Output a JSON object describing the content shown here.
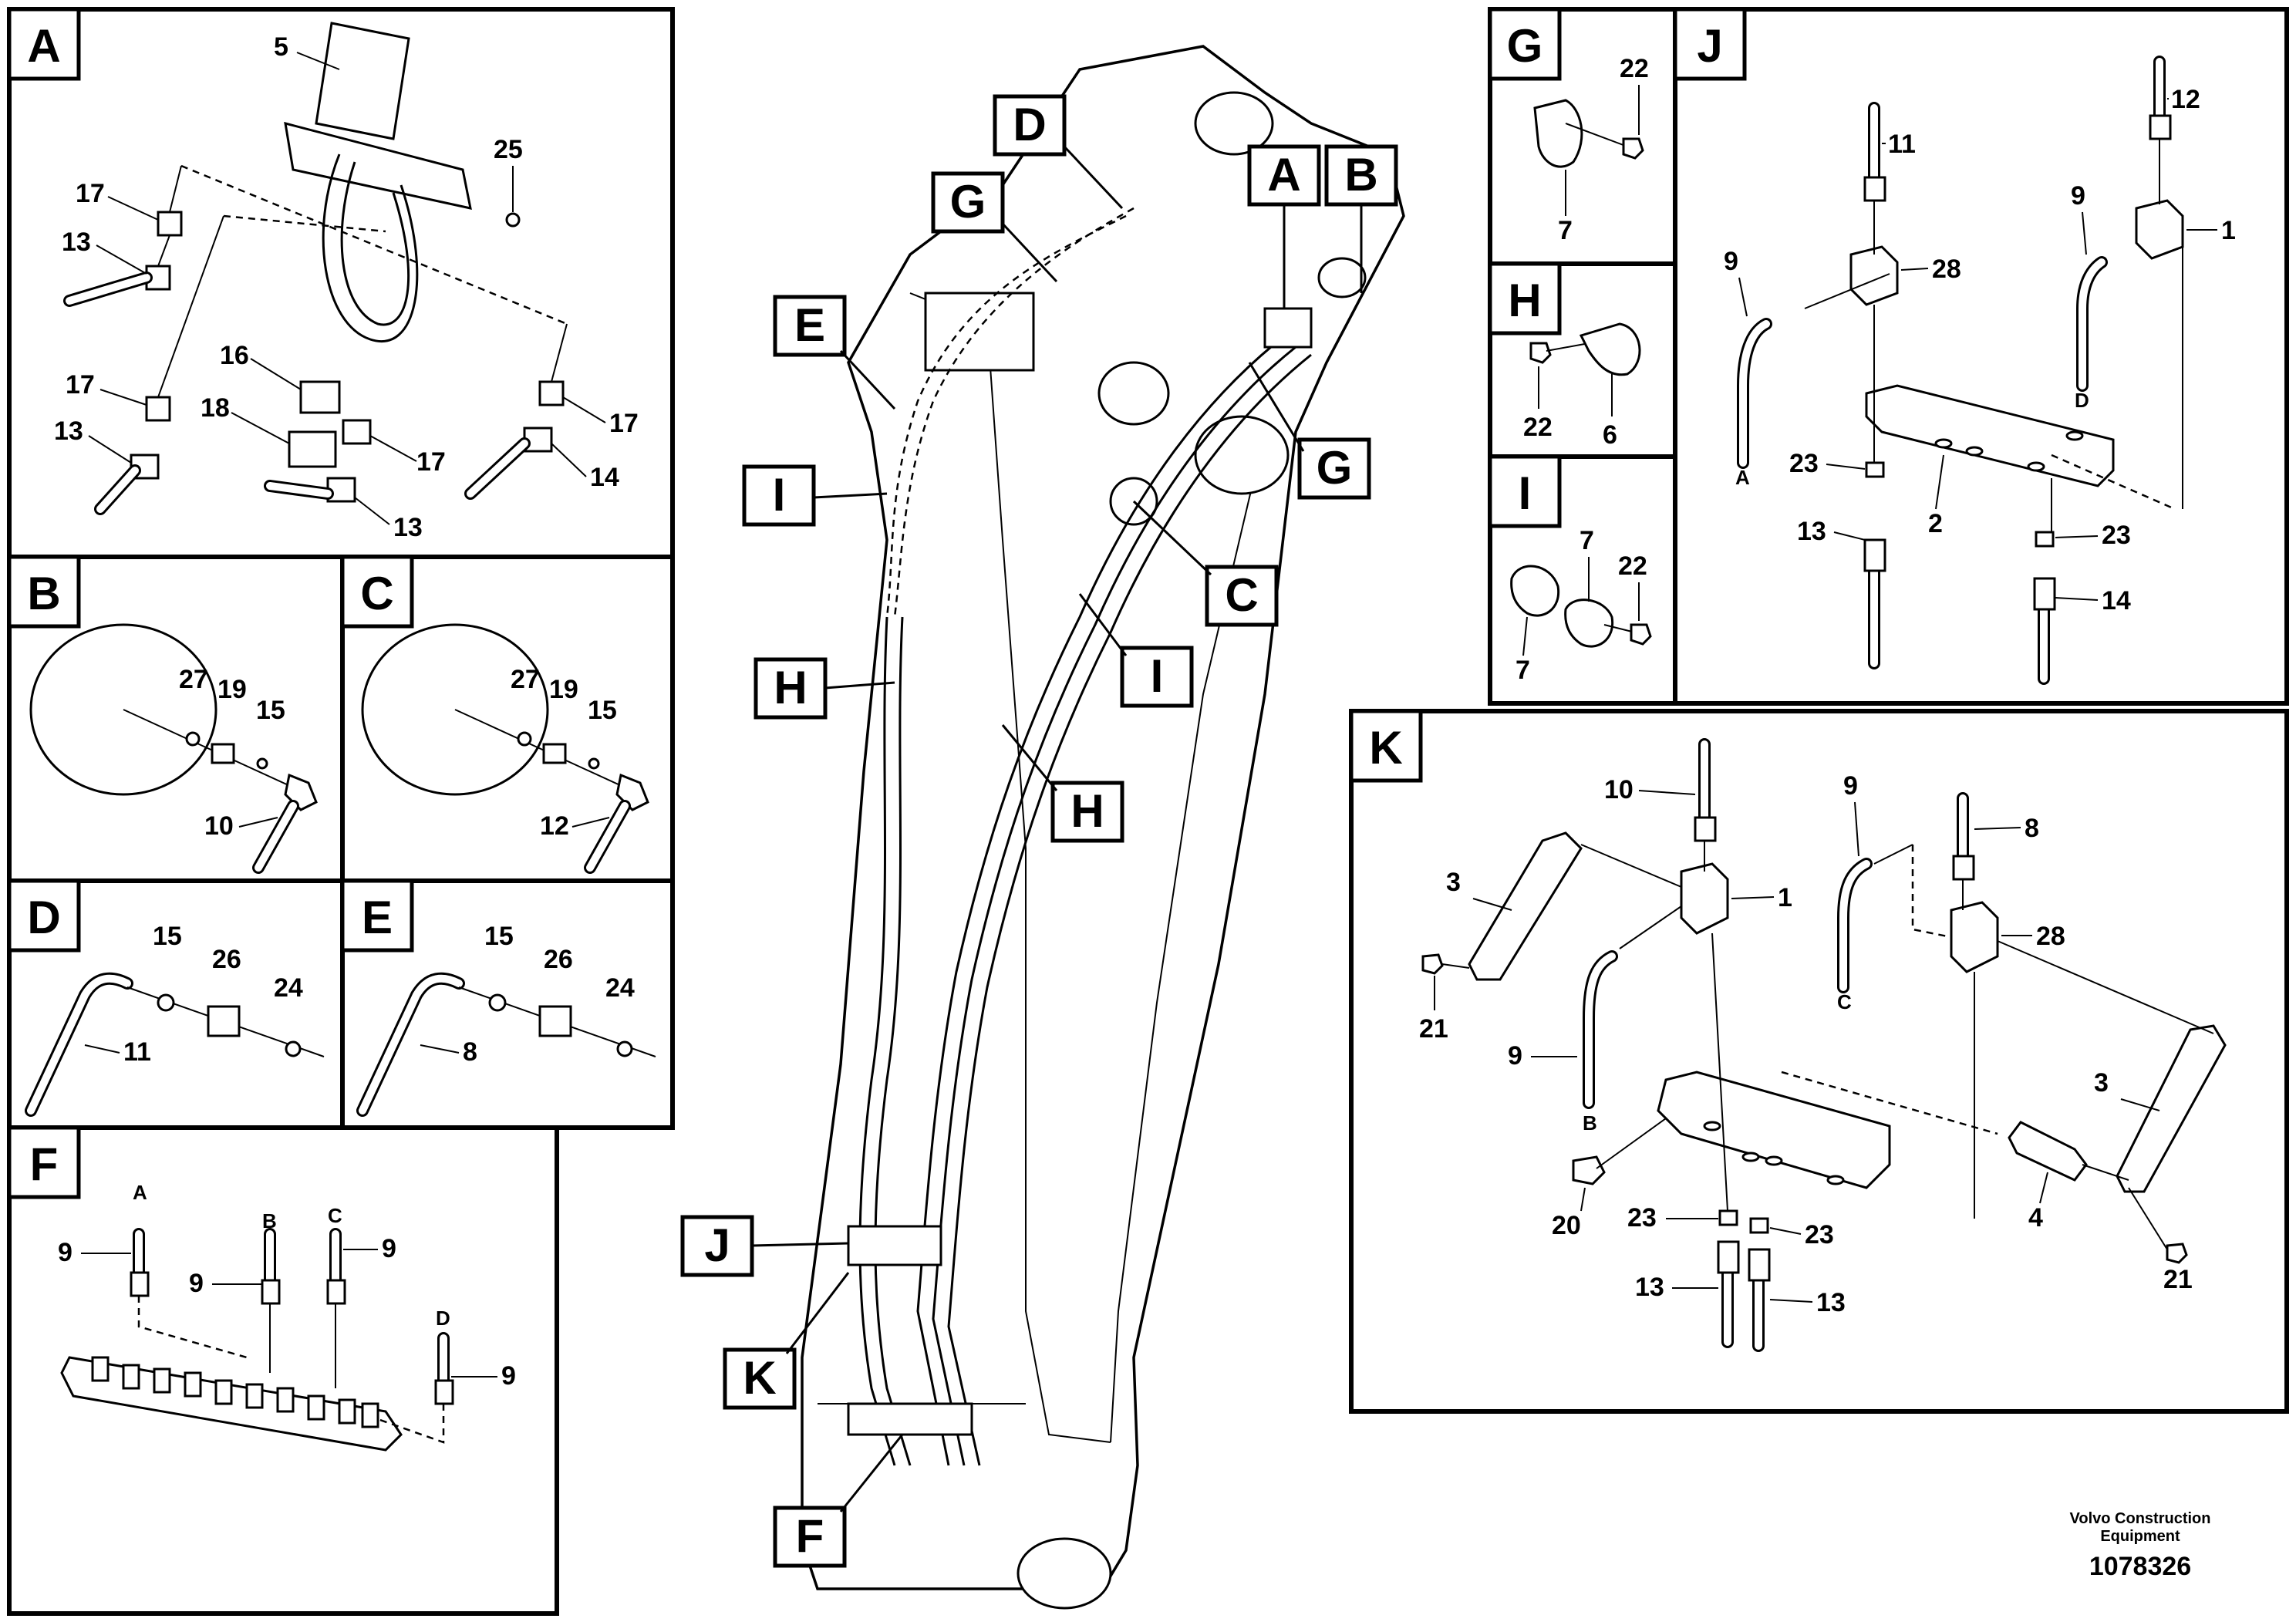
{
  "callouts": {
    "A": "A",
    "B": "B",
    "C": "C",
    "D": "D",
    "E": "E",
    "F": "F",
    "G": "G",
    "H": "H",
    "I": "I",
    "J": "J",
    "K": "K"
  },
  "parts": {
    "p1": "1",
    "p2": "2",
    "p3": "3",
    "p4": "4",
    "p5": "5",
    "p6": "6",
    "p7": "7",
    "p8": "8",
    "p9": "9",
    "p10": "10",
    "p11": "11",
    "p12": "12",
    "p13": "13",
    "p14": "14",
    "p15": "15",
    "p16": "16",
    "p17": "17",
    "p18": "18",
    "p19": "19",
    "p20": "20",
    "p21": "21",
    "p22": "22",
    "p23": "23",
    "p24": "24",
    "p25": "25",
    "p26": "26",
    "p27": "27",
    "p28": "28"
  },
  "port_labels": {
    "a": "A",
    "b": "B",
    "c": "C",
    "d": "D"
  },
  "footer": {
    "brand_line1": "Volvo Construction",
    "brand_line2": "Equipment",
    "doc_number": "1078326"
  }
}
